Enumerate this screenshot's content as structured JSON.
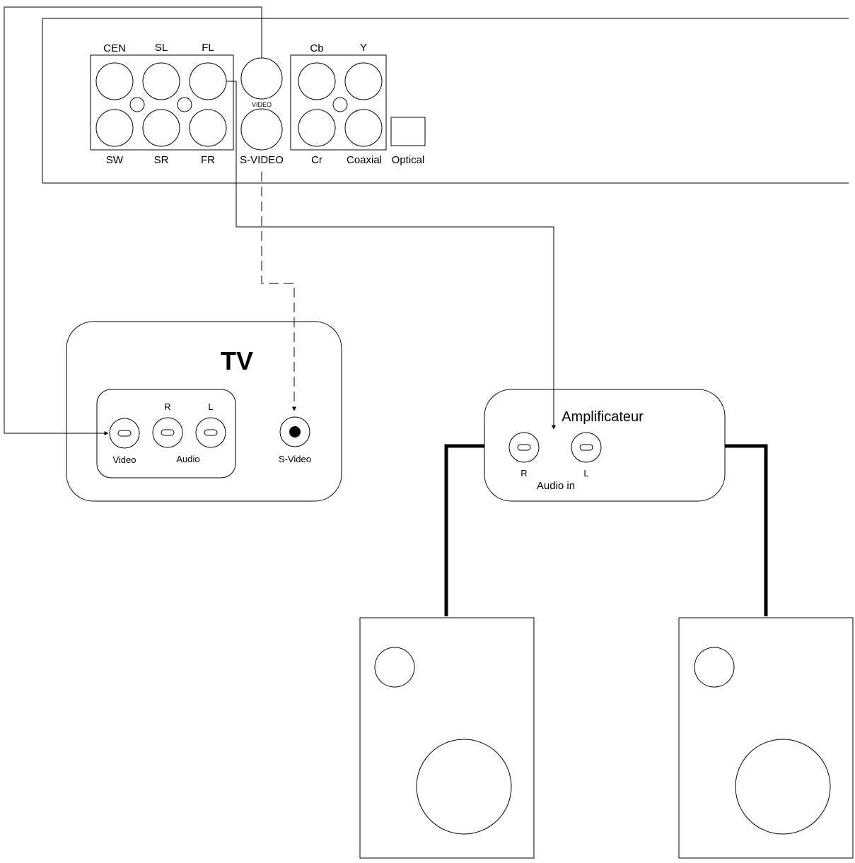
{
  "player": {
    "surround_labels_top": [
      "CEN",
      "SL",
      "FL"
    ],
    "surround_labels_bottom": [
      "SW",
      "SR",
      "FR"
    ],
    "video_label": "VIDEO",
    "svideo_label": "S-VIDEO",
    "component_labels_top": [
      "Cb",
      "Y"
    ],
    "component_labels_bottom": [
      "Cr",
      "Coaxial"
    ],
    "optical_label": "Optical"
  },
  "tv": {
    "title": "TV",
    "audio_r": "R",
    "audio_l": "L",
    "video_label": "Video",
    "audio_label": "Audio",
    "svideo_label": "S-Video"
  },
  "amplifier": {
    "title": "Amplificateur",
    "r_label": "R",
    "l_label": "L",
    "audio_in_label": "Audio in"
  },
  "colors": {
    "stroke": "#000000",
    "background": "#ffffff"
  }
}
